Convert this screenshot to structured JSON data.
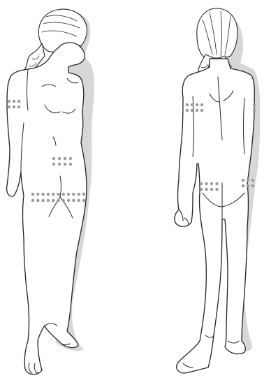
{
  "colors": {
    "outline": "#222222",
    "shadow": "#c9c9c9",
    "dot": "#9a9a9a",
    "background": "#ffffff"
  },
  "figures": {
    "front": {
      "view": "front",
      "sites": [
        {
          "name": "upper-arm-left",
          "rows": 2,
          "cols": 3
        },
        {
          "name": "abdomen-right",
          "rows": 2,
          "cols": 4
        },
        {
          "name": "thigh-front",
          "rows": 2,
          "cols": 11
        }
      ]
    },
    "back": {
      "view": "back",
      "sites": [
        {
          "name": "upper-arm-left",
          "rows": 2,
          "cols": 4
        },
        {
          "name": "upper-arm-right",
          "rows": 2,
          "cols": 1
        },
        {
          "name": "buttock-left",
          "rows": 2,
          "cols": 4
        },
        {
          "name": "buttock-right",
          "rows": 2,
          "cols": 3
        }
      ]
    }
  }
}
